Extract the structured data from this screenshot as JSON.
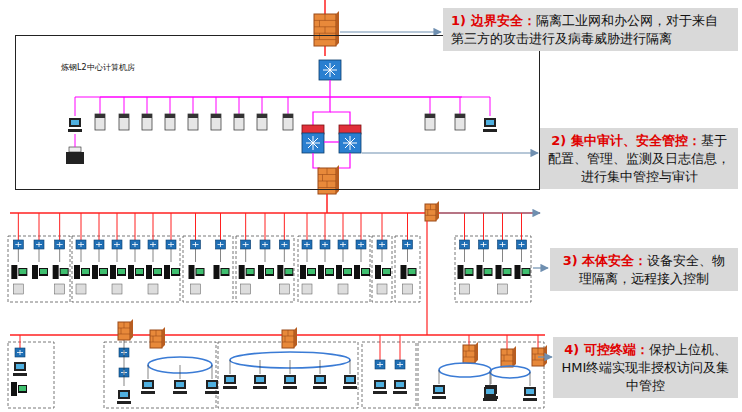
{
  "diagram": {
    "nodes": [
      {
        "text": [
          "炼钢L2中心计算机房"
        ]
      },
      {
        "text": [
          "1) 边界安全：",
          "隔离工业网和办公网，对于来自第三方的攻击进行及病毒威胁进行隔离"
        ]
      },
      {
        "text": [
          "2) 集中审计、安全管控：",
          "基于配置、管理、监测及日志信息，进行集中管控与审计"
        ]
      },
      {
        "text": [
          "3) 本体安全：",
          "设备安全、物理隔离，远程接入控制"
        ]
      },
      {
        "text": [
          "4) 可控终端：",
          "保护上位机、HMI终端实现非授权访问及集中管控"
        ]
      }
    ]
  }
}
